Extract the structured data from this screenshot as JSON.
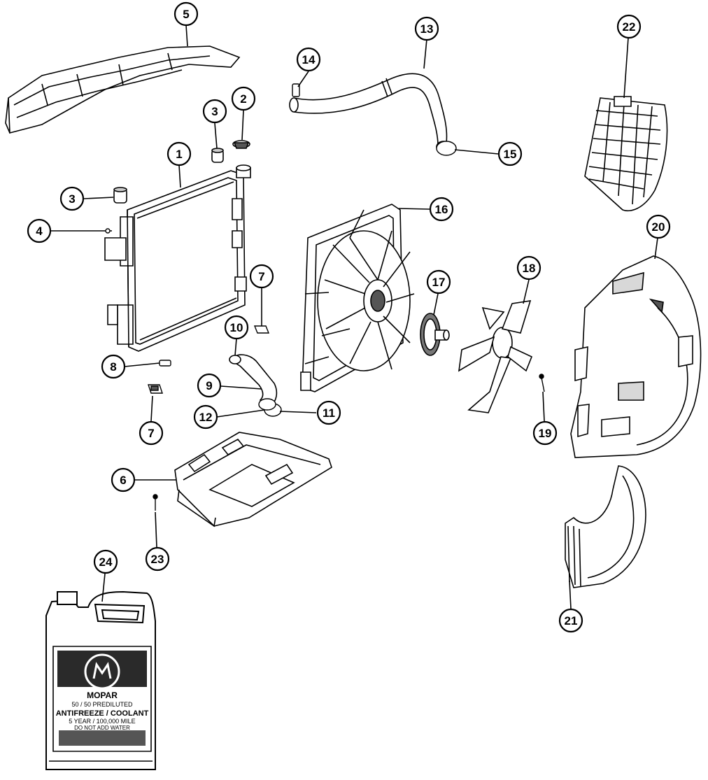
{
  "callouts": {
    "c1": "1",
    "c2": "2",
    "c3a": "3",
    "c3b": "3",
    "c4": "4",
    "c5": "5",
    "c6": "6",
    "c7a": "7",
    "c7b": "7",
    "c8": "8",
    "c9": "9",
    "c10": "10",
    "c11": "11",
    "c12": "12",
    "c13": "13",
    "c14": "14",
    "c15": "15",
    "c16": "16",
    "c17": "17",
    "c18": "18",
    "c19": "19",
    "c20": "20",
    "c21": "21",
    "c22": "22",
    "c23": "23",
    "c24": "24"
  },
  "jug_label": {
    "brand": "MOPAR",
    "line1": "50 / 50 PREDILUTED",
    "line2": "ANTIFREEZE / COOLANT",
    "line3": "5 YEAR / 100,000 MILE",
    "line4": "DO NOT ADD WATER"
  },
  "colors": {
    "ink": "#000000",
    "paper": "#ffffff",
    "shade": "#d8d8d8",
    "label_dark": "#2a2a2a"
  }
}
